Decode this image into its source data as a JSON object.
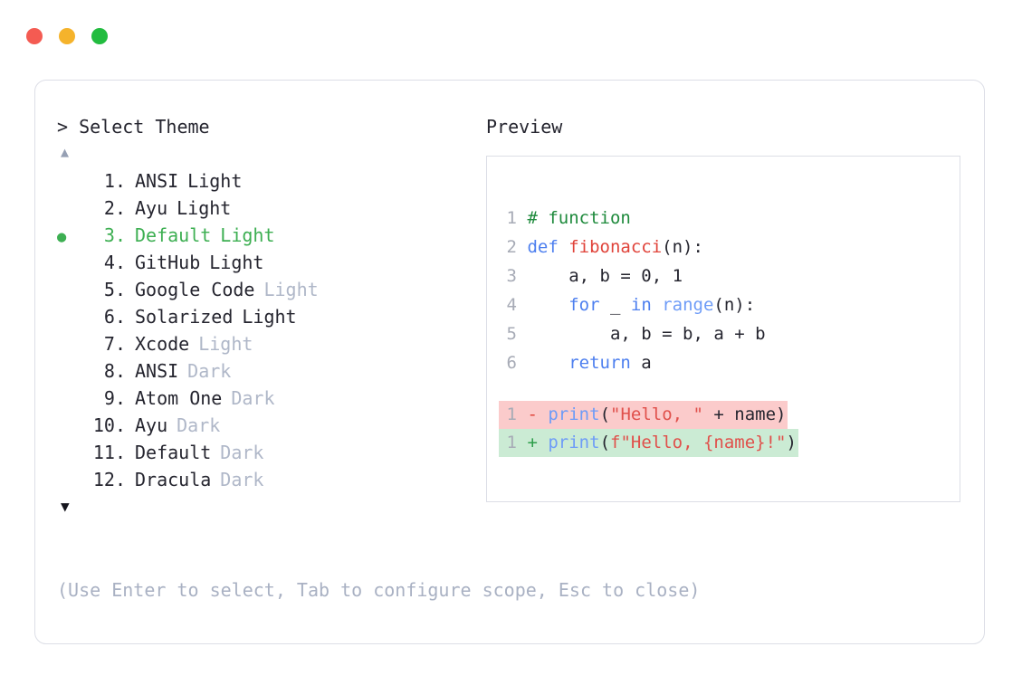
{
  "window": {
    "dots": [
      {
        "name": "close",
        "color": "#F45B52"
      },
      {
        "name": "minimize",
        "color": "#F5B32B"
      },
      {
        "name": "maximize",
        "color": "#22BC3F"
      }
    ]
  },
  "prompt": {
    "text": "> Select Theme",
    "scroll_up": "▲",
    "scroll_down": "▼"
  },
  "preview": {
    "label": "Preview"
  },
  "selection": {
    "bullet": "●",
    "selected_index": 3,
    "accent_color": "#3DAF52"
  },
  "themes": [
    {
      "index": "1.",
      "name": "ANSI",
      "variant": "Light",
      "variant_muted": false,
      "selected": false
    },
    {
      "index": "2.",
      "name": "Ayu",
      "variant": "Light",
      "variant_muted": false,
      "selected": false
    },
    {
      "index": "3.",
      "name": "Default",
      "variant": "Light",
      "variant_muted": false,
      "selected": true
    },
    {
      "index": "4.",
      "name": "GitHub",
      "variant": "Light",
      "variant_muted": false,
      "selected": false
    },
    {
      "index": "5.",
      "name": "Google Code",
      "variant": "Light",
      "variant_muted": true,
      "selected": false
    },
    {
      "index": "6.",
      "name": "Solarized",
      "variant": "Light",
      "variant_muted": false,
      "selected": false
    },
    {
      "index": "7.",
      "name": "Xcode",
      "variant": "Light",
      "variant_muted": true,
      "selected": false
    },
    {
      "index": "8.",
      "name": "ANSI",
      "variant": "Dark",
      "variant_muted": true,
      "selected": false
    },
    {
      "index": "9.",
      "name": "Atom One",
      "variant": "Dark",
      "variant_muted": true,
      "selected": false
    },
    {
      "index": "10.",
      "name": "Ayu",
      "variant": "Dark",
      "variant_muted": true,
      "selected": false
    },
    {
      "index": "11.",
      "name": "Default",
      "variant": "Dark",
      "variant_muted": true,
      "selected": false
    },
    {
      "index": "12.",
      "name": "Dracula",
      "variant": "Dark",
      "variant_muted": true,
      "selected": false
    }
  ],
  "code": {
    "lines": [
      {
        "num": "1",
        "tokens": [
          {
            "t": "# function",
            "c": "comment"
          }
        ]
      },
      {
        "num": "2",
        "tokens": [
          {
            "t": "def ",
            "c": "kw"
          },
          {
            "t": "fibonacci",
            "c": "fname"
          },
          {
            "t": "(n):",
            "c": "plain"
          }
        ]
      },
      {
        "num": "3",
        "tokens": [
          {
            "t": "    a, b = ",
            "c": "plain"
          },
          {
            "t": "0",
            "c": "num"
          },
          {
            "t": ", ",
            "c": "plain"
          },
          {
            "t": "1",
            "c": "num"
          }
        ]
      },
      {
        "num": "4",
        "tokens": [
          {
            "t": "    ",
            "c": "plain"
          },
          {
            "t": "for",
            "c": "kw"
          },
          {
            "t": " _ ",
            "c": "plain"
          },
          {
            "t": "in",
            "c": "kw"
          },
          {
            "t": " ",
            "c": "plain"
          },
          {
            "t": "range",
            "c": "builtin"
          },
          {
            "t": "(n):",
            "c": "plain"
          }
        ]
      },
      {
        "num": "5",
        "tokens": [
          {
            "t": "        a, b = b, a + b",
            "c": "plain"
          }
        ]
      },
      {
        "num": "6",
        "tokens": [
          {
            "t": "    ",
            "c": "plain"
          },
          {
            "t": "return",
            "c": "kw"
          },
          {
            "t": " a",
            "c": "plain"
          }
        ]
      }
    ]
  },
  "diff": {
    "removed": {
      "num": "1",
      "marker": "-",
      "tokens": [
        {
          "t": "print",
          "c": "builtin"
        },
        {
          "t": "(",
          "c": "plain"
        },
        {
          "t": "\"Hello, \"",
          "c": "str"
        },
        {
          "t": " + name)",
          "c": "plain"
        }
      ],
      "bg": "#FBCBCB"
    },
    "added": {
      "num": "1",
      "marker": "+",
      "tokens": [
        {
          "t": "print",
          "c": "builtin"
        },
        {
          "t": "(",
          "c": "plain"
        },
        {
          "t": "f\"Hello, {name}!\"",
          "c": "str"
        },
        {
          "t": ")",
          "c": "plain"
        }
      ],
      "bg": "#CBEBD4"
    }
  },
  "footer": {
    "hint": "(Use Enter to select, Tab to configure scope, Esc to close)"
  }
}
